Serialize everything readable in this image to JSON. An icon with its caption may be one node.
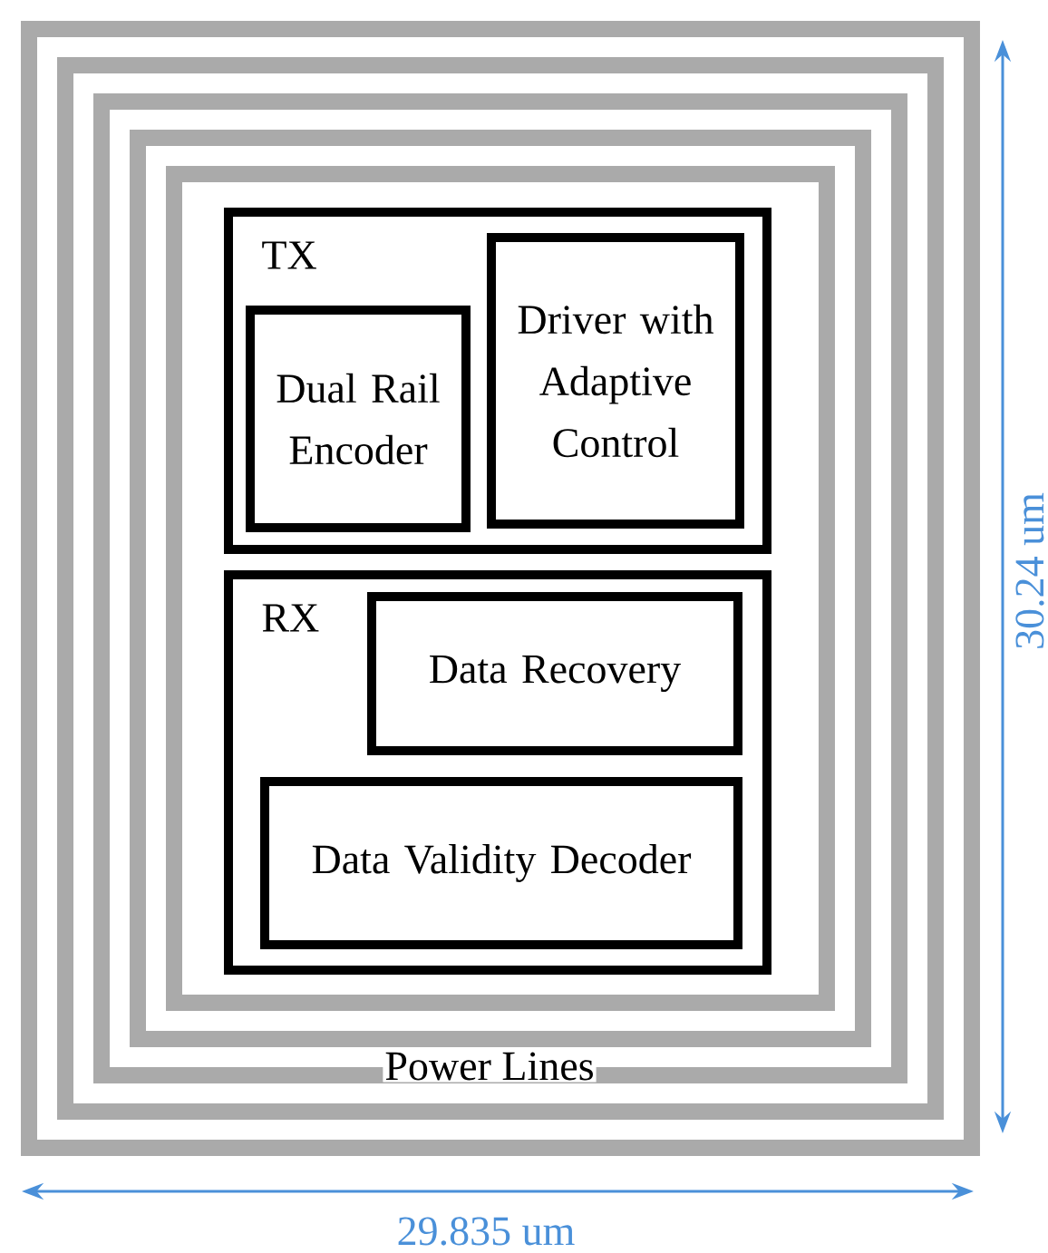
{
  "diagram": {
    "nodes": [
      {
        "text": [
          "TX"
        ]
      },
      {
        "text": [
          "Dual Rail Encoder"
        ],
        "in": 0
      },
      {
        "text": [
          "Driver with Adaptive Control"
        ],
        "in": 0
      },
      {
        "text": [
          "RX"
        ]
      },
      {
        "text": [
          "Data Recovery"
        ],
        "in": 3
      },
      {
        "text": [
          "Data Validity Decoder"
        ],
        "in": 3
      }
    ],
    "labels": [
      "30.24 um",
      "Power Lines",
      "29.835 um"
    ]
  }
}
